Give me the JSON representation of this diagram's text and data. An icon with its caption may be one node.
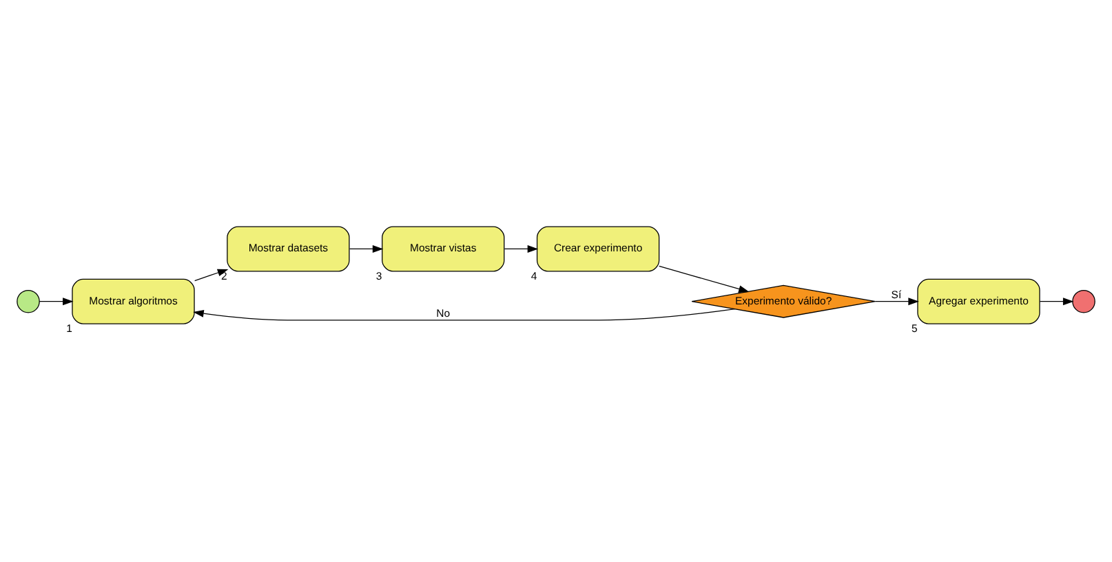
{
  "diagram": {
    "nodes": [
      {
        "text": [
          "Mostrar algoritmos"
        ],
        "beside": [
          "1"
        ]
      },
      {
        "text": [
          "Mostrar datasets"
        ],
        "beside": [
          "2"
        ]
      },
      {
        "text": [
          "Mostrar vistas"
        ],
        "beside": [
          "3"
        ]
      },
      {
        "text": [
          "Crear experimento"
        ],
        "beside": [
          "4"
        ]
      },
      {
        "text": [
          "Experimento válido?"
        ]
      },
      {
        "text": [
          "Agregar experimento"
        ],
        "beside": [
          "5"
        ]
      },
      {
        "text": [],
        "shape": "circle"
      },
      {
        "text": [],
        "shape": "circle"
      }
    ],
    "edges": [
      {
        "from": 6,
        "to": 0,
        "arrow": "to"
      },
      {
        "from": 0,
        "to": 1,
        "arrow": "to"
      },
      {
        "from": 1,
        "to": 2,
        "arrow": "to"
      },
      {
        "from": 2,
        "to": 3,
        "arrow": "to"
      },
      {
        "from": 3,
        "to": 4,
        "arrow": "to"
      },
      {
        "from": 4,
        "to": 0,
        "label": "No",
        "arrow": "to"
      },
      {
        "from": 4,
        "to": 5,
        "label": "Sí",
        "arrow": "to"
      },
      {
        "from": 5,
        "to": 7,
        "arrow": "to"
      }
    ]
  }
}
